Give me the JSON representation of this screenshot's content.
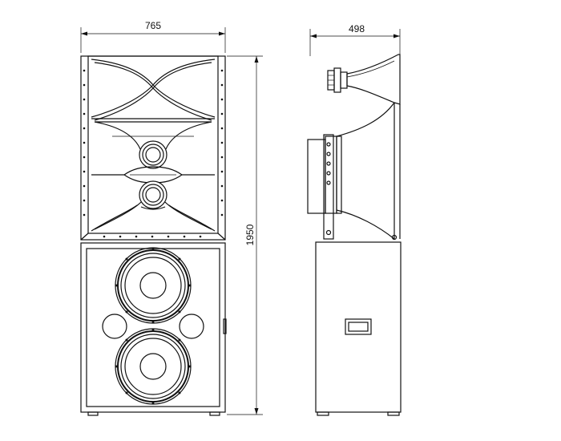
{
  "dimensions": {
    "front_width": "765",
    "side_depth": "498",
    "total_height": "1950"
  },
  "colors": {
    "line": "#111111",
    "background": "#ffffff"
  }
}
